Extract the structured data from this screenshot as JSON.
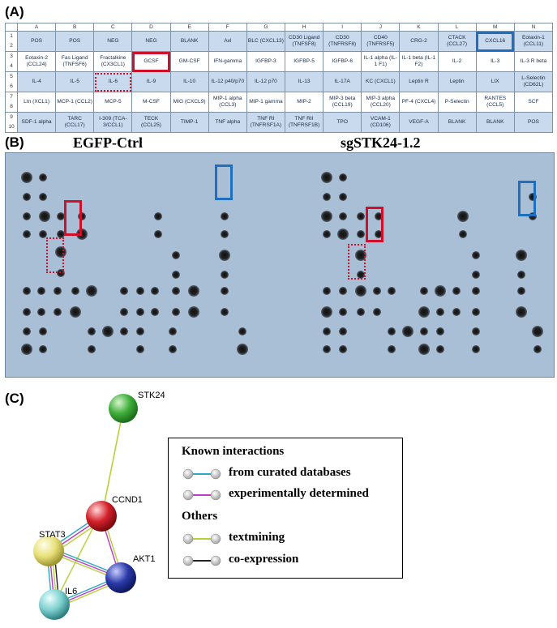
{
  "panels": {
    "a": "(A)",
    "b": "(B)",
    "c": "(C)"
  },
  "array": {
    "columns": [
      "A",
      "B",
      "C",
      "D",
      "E",
      "F",
      "G",
      "H",
      "I",
      "J",
      "K",
      "L",
      "M",
      "N"
    ],
    "rows": [
      {
        "nums": [
          "1",
          "2"
        ],
        "shade": "blue",
        "cells": [
          "POS",
          "POS",
          "NEG",
          "NEG",
          "BLANK",
          "Axl",
          "BLC (CXCL13)",
          "CD30 Ligand (TNFSF8)",
          "CD30 (TNFRSF8)",
          "CD40 (TNFRSF5)",
          "CRG-2",
          "CTACK (CCL27)",
          "CXCL16",
          "Eotaxin-1 (CCL11)"
        ]
      },
      {
        "nums": [
          "3",
          "4"
        ],
        "shade": "white",
        "cells": [
          "Eotaxin-2 (CCL24)",
          "Fas Ligand (TNFSF6)",
          "Fractalkine (CX3CL1)",
          "GCSF",
          "GM-CSF",
          "IFN-gamma",
          "IGFBP-3",
          "IGFBP-5",
          "IGFBP-6",
          "IL-1 alpha (IL-1 F1)",
          "IL-1 beta (IL-1 F2)",
          "IL-2",
          "IL-3",
          "IL-3 R beta"
        ]
      },
      {
        "nums": [
          "5",
          "6"
        ],
        "shade": "blue",
        "cells": [
          "IL-4",
          "IL-5",
          "IL-6",
          "IL-9",
          "IL-10",
          "IL-12 p40/p70",
          "IL-12 p70",
          "IL-13",
          "IL-17A",
          "KC (CXCL1)",
          "Leptin R",
          "Leptin",
          "LIX",
          "L-Selectin (CD62L)"
        ]
      },
      {
        "nums": [
          "7",
          "8"
        ],
        "shade": "white",
        "cells": [
          "Ltn (XCL1)",
          "MCP-1 (CCL2)",
          "MCP-5",
          "M-CSF",
          "MIG (CXCL9)",
          "MIP-1 alpha (CCL3)",
          "MIP-1 gamma",
          "MIP-2",
          "MIP-3 beta (CCL19)",
          "MIP-3 alpha (CCL20)",
          "PF-4 (CXCL4)",
          "P-Selectin",
          "RANTES (CCL5)",
          "SCF"
        ]
      },
      {
        "nums": [
          "9",
          "10"
        ],
        "shade": "blue",
        "cells": [
          "SDF-1 alpha",
          "TARC (CCL17)",
          "I-309 (TCA-3/CCL1)",
          "TECK (CCL25)",
          "TIMP-1",
          "TNF alpha",
          "TNF RI (TNFRSF1A)",
          "TNF RII (TNFRSF1B)",
          "TPO",
          "VCAM-1 (CD106)",
          "VEGF-A",
          "BLANK",
          "BLANK",
          "POS"
        ]
      }
    ]
  },
  "blot": {
    "left_title": "EGFP-Ctrl",
    "right_title": "sgSTK24-1.2"
  },
  "network": {
    "nodes": [
      {
        "id": "STK24",
        "color": "#3fae3a"
      },
      {
        "id": "CCND1",
        "color": "#d4202a"
      },
      {
        "id": "STAT3",
        "color": "#e8e07a"
      },
      {
        "id": "AKT1",
        "color": "#2a3aa8"
      },
      {
        "id": "IL6",
        "color": "#7fd0d0"
      }
    ]
  },
  "legend": {
    "known_title": "Known interactions",
    "curated": "from curated databases",
    "experimental": "experimentally determined",
    "others_title": "Others",
    "textmining": "textmining",
    "coexpression": "co-expression",
    "colors": {
      "curated": "#2aa7c9",
      "experimental": "#c13ac7",
      "textmining": "#b7d13a",
      "coexpression": "#222222"
    }
  }
}
